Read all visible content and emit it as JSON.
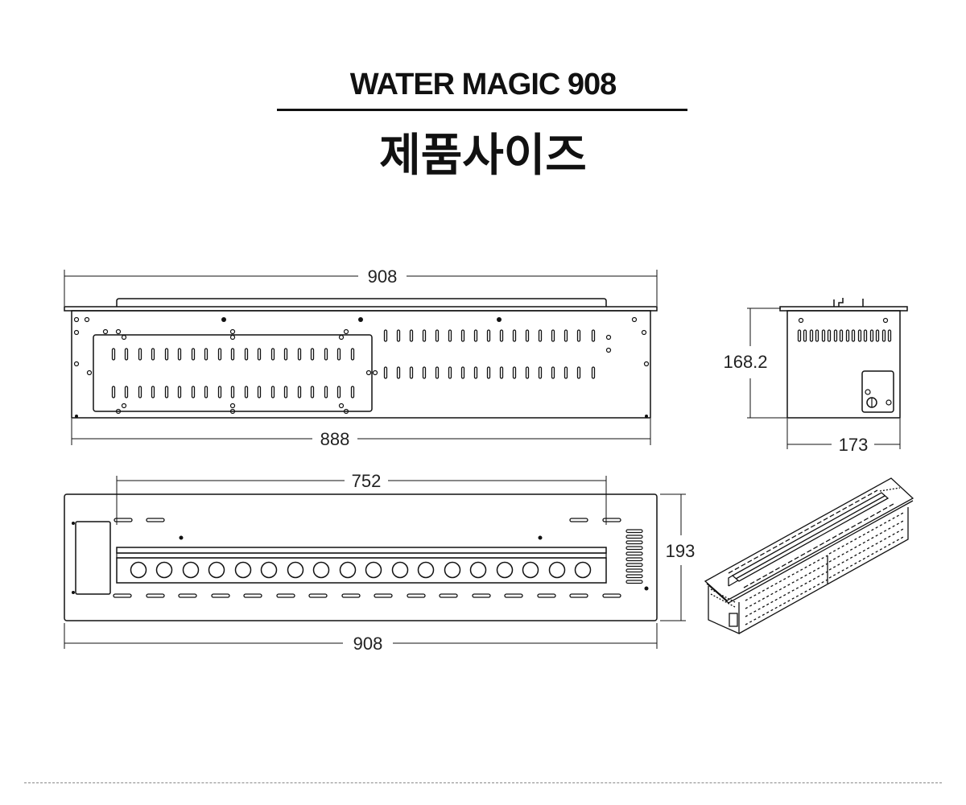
{
  "header": {
    "model": "WATER MAGIC 908",
    "subtitle": "제품사이즈"
  },
  "dimensions": {
    "front_width": "908",
    "front_inner_width": "888",
    "side_height": "168.2",
    "side_depth": "173",
    "top_inner_width": "752",
    "top_depth": "193",
    "top_width": "908"
  }
}
